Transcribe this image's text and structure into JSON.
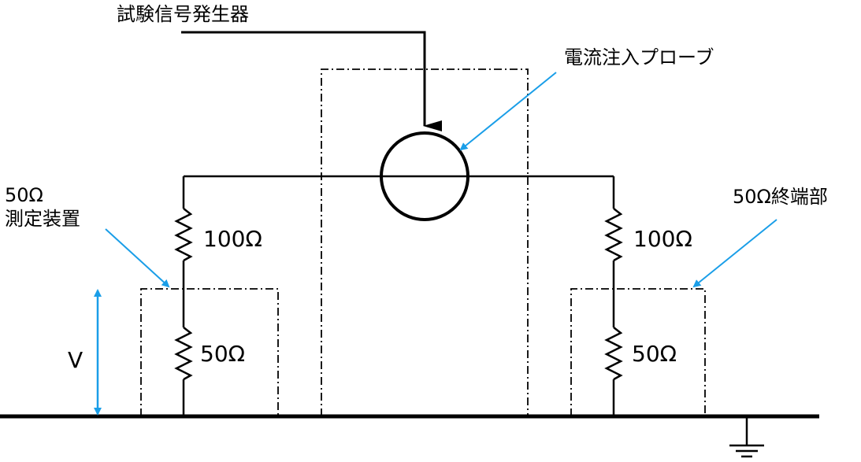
{
  "labels": {
    "signal_generator": "試験信号発生器",
    "injection_probe": "電流注入プローブ",
    "measuring_device_line1": "50Ω",
    "measuring_device_line2": "測定装置",
    "termination": "50Ω終端部",
    "left_upper_resistor": "100Ω",
    "left_lower_resistor": "50Ω",
    "right_upper_resistor": "100Ω",
    "right_lower_resistor": "50Ω",
    "voltage": "V"
  },
  "colors": {
    "line": "#000000",
    "callout": "#1a9ee8"
  }
}
